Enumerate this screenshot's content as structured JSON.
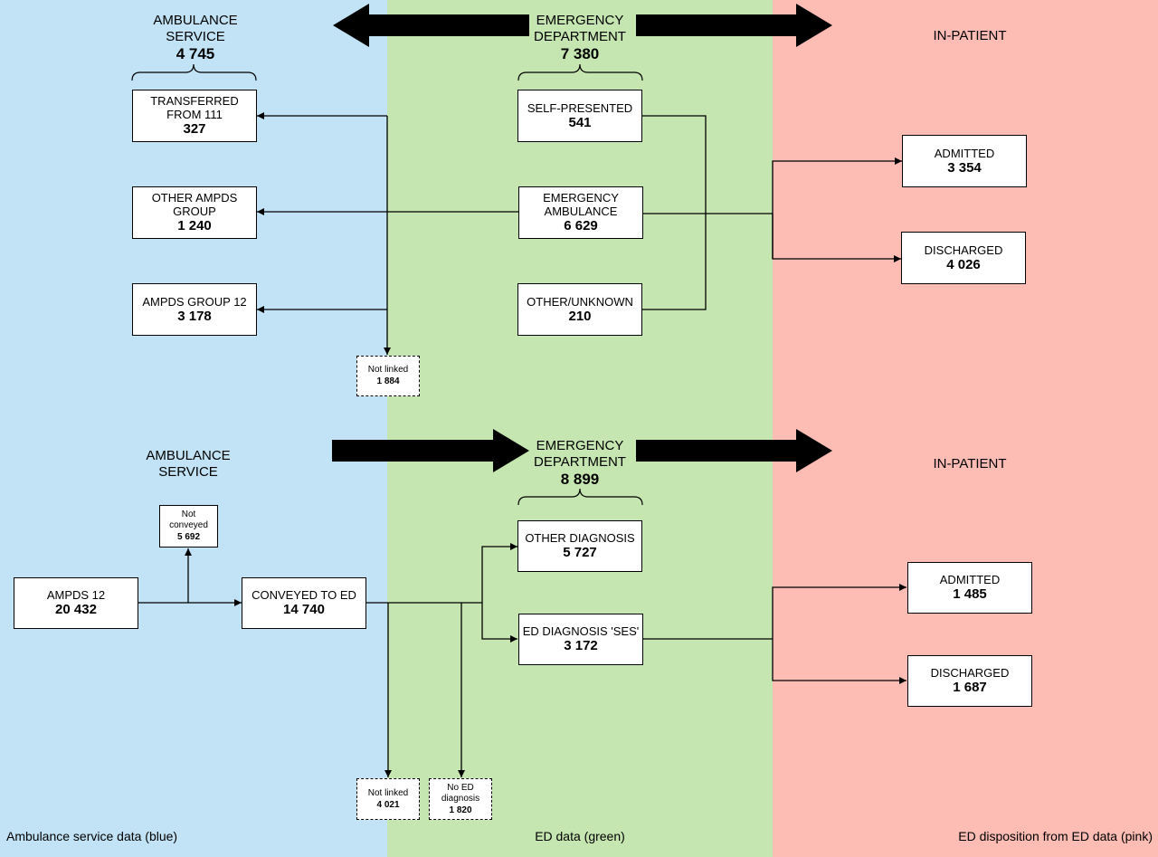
{
  "top": {
    "headers": {
      "ambulance": {
        "label": "AMBULANCE\nSERVICE",
        "value": "4 745"
      },
      "ed": {
        "label": "EMERGENCY\nDEPARTMENT",
        "value": "7 380"
      },
      "inpatient": {
        "label": "IN-PATIENT"
      }
    },
    "ambulance_boxes": {
      "transferred": {
        "label": "TRANSFERRED FROM 111",
        "value": "327"
      },
      "other_ampds": {
        "label": "OTHER AMPDS GROUP",
        "value": "1 240"
      },
      "ampds12": {
        "label": "AMPDS GROUP 12",
        "value": "3 178"
      },
      "not_linked": {
        "label": "Not linked",
        "value": "1 884"
      }
    },
    "ed_boxes": {
      "self": {
        "label": "SELF-PRESENTED",
        "value": "541"
      },
      "emergency": {
        "label": "EMERGENCY AMBULANCE",
        "value": "6 629"
      },
      "other": {
        "label": "OTHER/UNKNOWN",
        "value": "210"
      }
    },
    "inpatient_boxes": {
      "admitted": {
        "label": "ADMITTED",
        "value": "3 354"
      },
      "discharged": {
        "label": "DISCHARGED",
        "value": "4 026"
      }
    }
  },
  "bottom": {
    "headers": {
      "ambulance": {
        "label": "AMBULANCE\nSERVICE"
      },
      "ed": {
        "label": "EMERGENCY\nDEPARTMENT",
        "value": "8 899"
      },
      "inpatient": {
        "label": "IN-PATIENT"
      }
    },
    "ambulance_boxes": {
      "ampds12": {
        "label": "AMPDS 12",
        "value": "20 432"
      },
      "not_conveyed": {
        "label": "Not conveyed",
        "value": "5 692"
      },
      "conveyed": {
        "label": "CONVEYED TO ED",
        "value": "14 740"
      },
      "not_linked": {
        "label": "Not linked",
        "value": "4 021"
      },
      "no_ed_diag": {
        "label": "No ED diagnosis",
        "value": "1 820"
      }
    },
    "ed_boxes": {
      "other_diag": {
        "label": "OTHER DIAGNOSIS",
        "value": "5 727"
      },
      "ses": {
        "label": "ED DIAGNOSIS 'SES'",
        "value": "3 172"
      }
    },
    "inpatient_boxes": {
      "admitted": {
        "label": "ADMITTED",
        "value": "1 485"
      },
      "discharged": {
        "label": "DISCHARGED",
        "value": "1 687"
      }
    }
  },
  "footers": {
    "blue": "Ambulance service data (blue)",
    "green": "ED data (green)",
    "pink": "ED disposition from ED data (pink)"
  },
  "colors": {
    "ambulance_band": "#c2e3f5",
    "ed_band": "#c6e6b1",
    "inpatient_band": "#fdbcb4"
  }
}
